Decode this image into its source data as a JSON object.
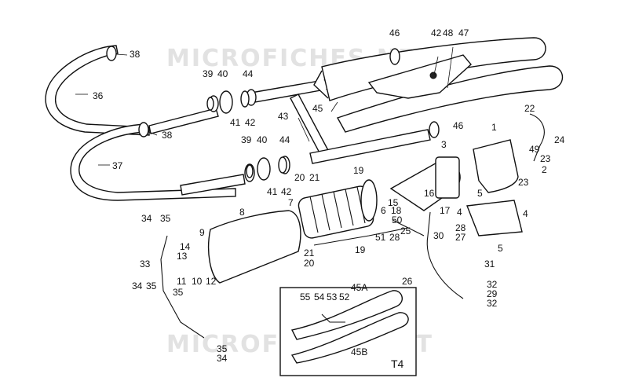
{
  "watermark": {
    "text_top": "MICROFICHES.NET",
    "text_bottom": "MICROFICHES.NET"
  },
  "inset": {
    "label": "T4",
    "callouts": [
      "55",
      "54",
      "53",
      "52",
      "45A",
      "45B"
    ]
  },
  "callouts": [
    "38",
    "36",
    "39",
    "40",
    "44",
    "41",
    "42",
    "38",
    "37",
    "43",
    "45",
    "46",
    "42",
    "48",
    "47",
    "46",
    "3",
    "1",
    "22",
    "49",
    "24",
    "23",
    "2",
    "23",
    "39",
    "40",
    "44",
    "41",
    "42",
    "20",
    "21",
    "19",
    "7",
    "8",
    "6",
    "16",
    "18",
    "15",
    "17",
    "5",
    "4",
    "4",
    "5",
    "28",
    "27",
    "30",
    "50",
    "25",
    "51",
    "28",
    "19",
    "21",
    "20",
    "26",
    "31",
    "32",
    "29",
    "32",
    "9",
    "14",
    "13",
    "10",
    "12",
    "11",
    "35",
    "34",
    "35",
    "33",
    "34",
    "35",
    "35",
    "34"
  ]
}
